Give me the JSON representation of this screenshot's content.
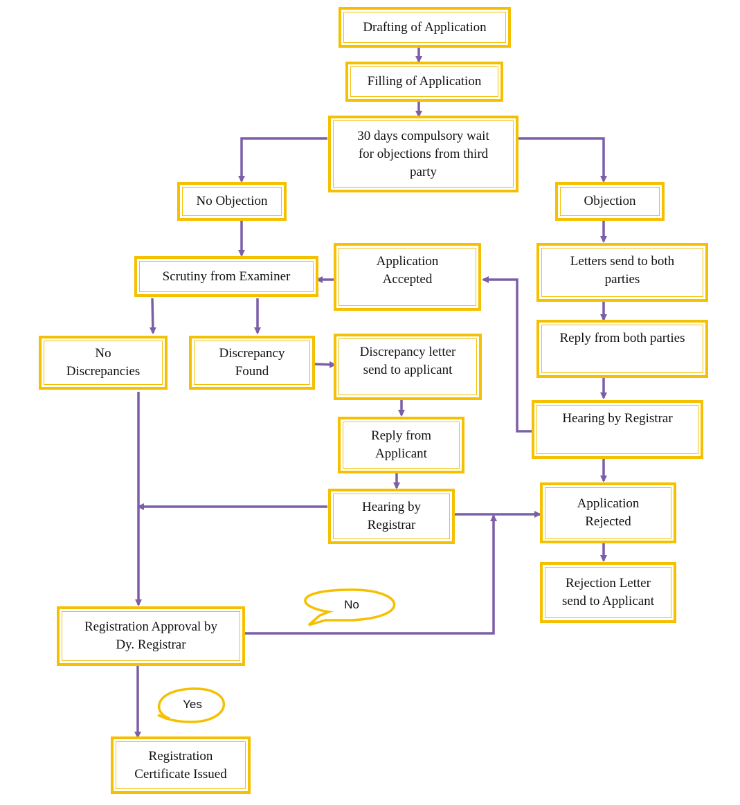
{
  "colors": {
    "box_border": "#f5c000",
    "arrow": "#7b5ea7",
    "bubble_border": "#f5c000"
  },
  "boxes": {
    "drafting": "Drafting of Application",
    "filling": "Filling of Application",
    "wait": "30 days compulsory wait\nfor objections from third\nparty",
    "no_objection": "No Objection",
    "objection": "Objection",
    "scrutiny": "Scrutiny from Examiner",
    "accepted": "Application\nAccepted",
    "letters_both": "Letters send to both\nparties",
    "reply_both": "Reply from both parties",
    "no_discrepancies": "No\nDiscrepancies",
    "discrepancy_found": "Discrepancy\nFound",
    "discrepancy_letter": "Discrepancy letter\nsend to applicant",
    "hearing_registrar_right": "Hearing by Registrar",
    "reply_applicant": "Reply from\nApplicant",
    "hearing_registrar_mid": "Hearing by\nRegistrar",
    "rejected": "Application\nRejected",
    "rejection_letter": "Rejection Letter\nsend to Applicant",
    "approval": "Registration Approval by\nDy. Registrar",
    "certificate": "Registration\nCertificate Issued"
  },
  "bubbles": {
    "no": "No",
    "yes": "Yes"
  }
}
